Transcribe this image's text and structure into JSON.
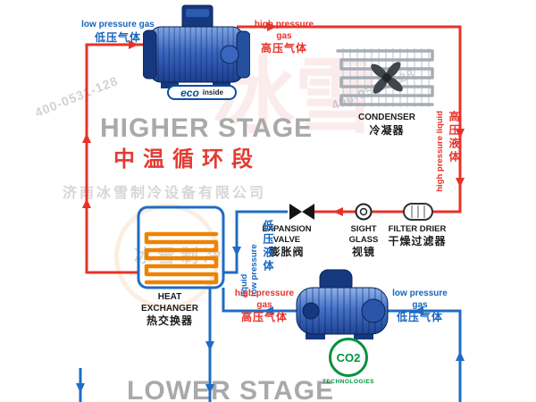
{
  "stages": {
    "higher_en": "HIGHER STAGE",
    "higher_zh": "中温循环段",
    "lower_en": "LOWER STAGE"
  },
  "labels": {
    "lp_gas_top": {
      "en": "low pressure gas",
      "zh": "低压气体"
    },
    "hp_gas_top": {
      "en": "high pressure gas",
      "zh": "高压气体"
    },
    "condenser": {
      "en": "CONDENSER",
      "zh": "冷凝器"
    },
    "hp_liquid": {
      "en": "high pressure liquid",
      "zh": "高压液体"
    },
    "filter_drier": {
      "en": "FILTER DRIER",
      "zh": "干燥过滤器"
    },
    "sight_glass": {
      "en1": "SIGHT",
      "en2": "GLASS",
      "zh": "视镜"
    },
    "expansion_valve": {
      "en1": "EXPANSION",
      "en2": "VALVE",
      "zh": "膨胀阀"
    },
    "lp_liquid": {
      "en": "low pressure liquid",
      "zh": "低压液体"
    },
    "heat_exchanger": {
      "en1": "HEAT",
      "en2": "EXCHANGER",
      "zh": "热交换器"
    },
    "hp_gas_lower": {
      "en": "high pressure gas",
      "zh": "高压气体"
    },
    "lp_gas_lower": {
      "en": "low pressure gas",
      "zh": "低压气体"
    }
  },
  "badges": {
    "eco": "eco",
    "eco_sub": "inside",
    "co2": "CO2",
    "co2_sub": "TECHNOLOGIES"
  },
  "watermark": {
    "phone": "400-0531-128",
    "company": "济南冰雪制冷设备有限公司",
    "brand": "冰雪",
    "brand2": "冰雪制冷"
  },
  "colors": {
    "high_pressure_red": "#e63329",
    "low_pressure_blue": "#1f6cc5",
    "coil_orange": "#ef8200",
    "stage_gray": "#a9a9a9",
    "eco_blue": "#0a4fa0",
    "co2_green": "#00923f"
  }
}
